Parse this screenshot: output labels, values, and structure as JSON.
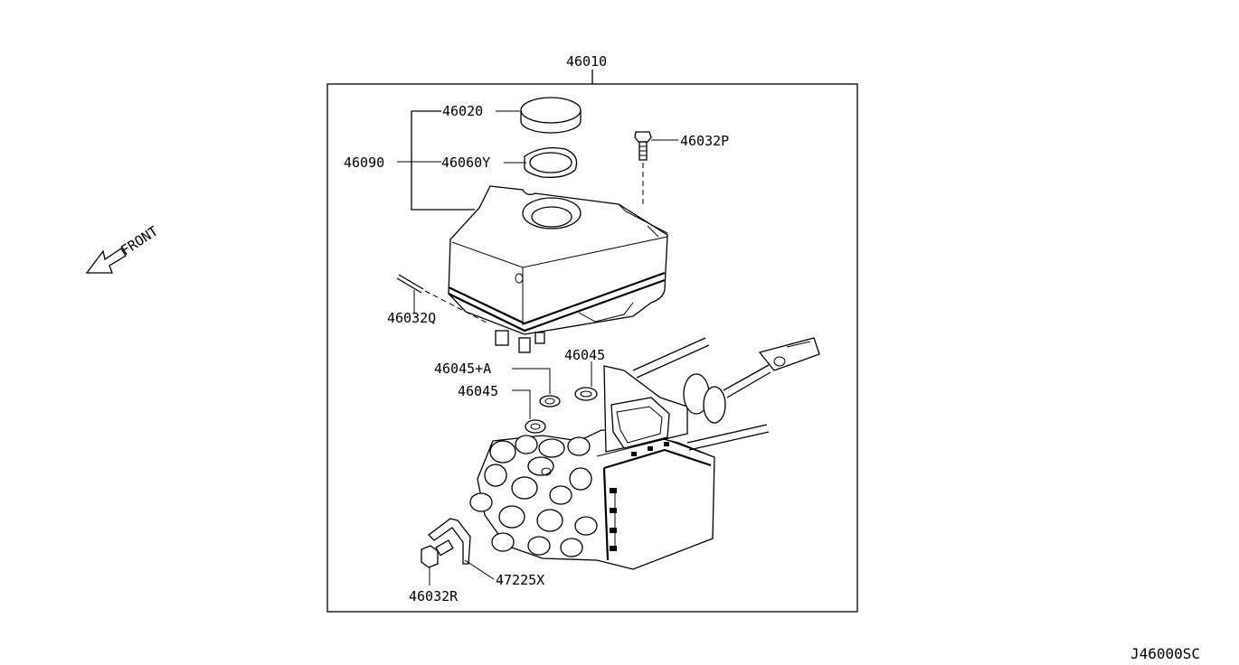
{
  "diagram": {
    "labels": {
      "assembly": "46010",
      "cap": "46020",
      "reservoir": "46090",
      "seal": "46060Y",
      "screw_p": "46032P",
      "pin_q": "46032Q",
      "grommet_a": "46045+A",
      "grommet_1": "46045",
      "grommet_2": "46045",
      "bracket": "47225X",
      "bolt_r": "46032R"
    },
    "front_indicator": "FRONT",
    "diagram_code": "J46000SC"
  }
}
